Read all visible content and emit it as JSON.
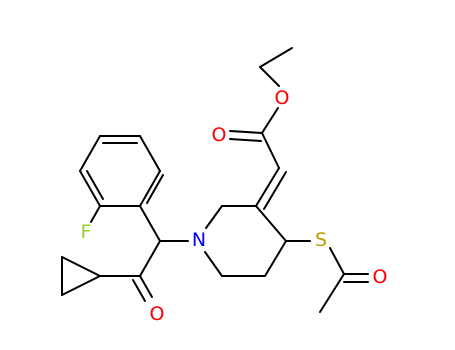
{
  "molecule": {
    "atoms": {
      "oxygen_ester": "O",
      "oxygen_carbonyl_ester": "O",
      "fluorine": "F",
      "nitrogen": "N",
      "sulfur": "S",
      "oxygen_thioester": "O",
      "oxygen_ketone": "O"
    },
    "colors": {
      "oxygen": "#ff0000",
      "fluorine": "#9acd32",
      "nitrogen": "#0000ff",
      "sulfur": "#b8a000",
      "bond": "#000000"
    }
  }
}
